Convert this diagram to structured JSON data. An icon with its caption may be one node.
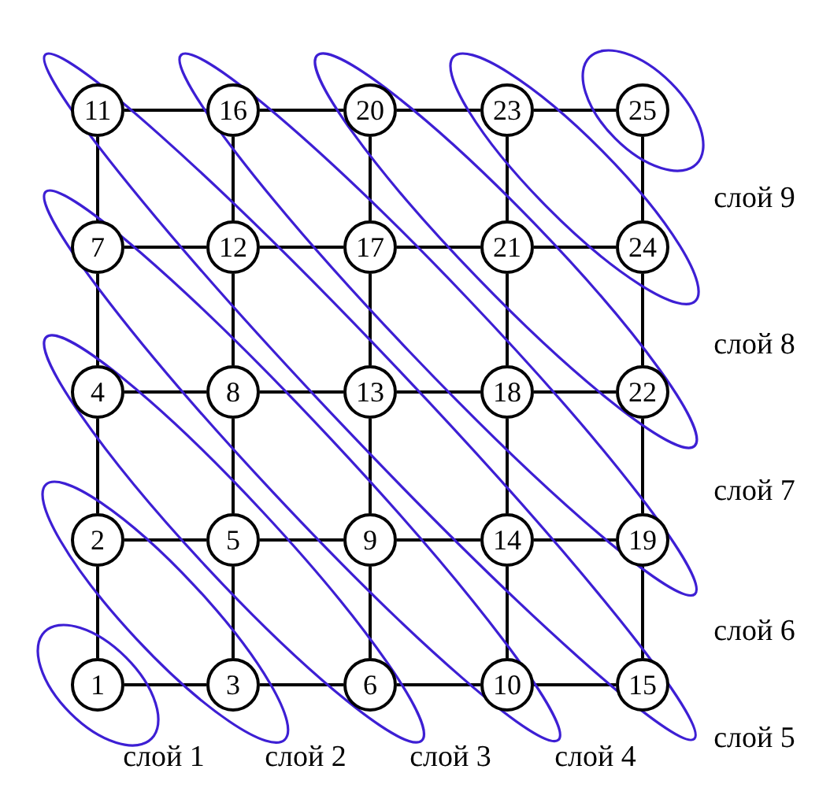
{
  "diagram": {
    "nodes": [
      {
        "text": [
          "слой 1"
        ]
      },
      {
        "text": [
          "1"
        ],
        "in": 0
      },
      {
        "text": [
          "слой 2"
        ]
      },
      {
        "text": [
          "2"
        ],
        "in": 2
      },
      {
        "text": [
          "3"
        ],
        "in": 2
      },
      {
        "text": [
          "слой 3"
        ]
      },
      {
        "text": [
          "4"
        ],
        "in": 5
      },
      {
        "text": [
          "5"
        ],
        "in": 5
      },
      {
        "text": [
          "6"
        ],
        "in": 5
      },
      {
        "text": [
          "слой 4"
        ]
      },
      {
        "text": [
          "7"
        ],
        "in": 9
      },
      {
        "text": [
          "8"
        ],
        "in": 9
      },
      {
        "text": [
          "9"
        ],
        "in": 9
      },
      {
        "text": [
          "10"
        ],
        "in": 9
      },
      {
        "text": [
          "слой 5"
        ]
      },
      {
        "text": [
          "11"
        ],
        "in": 14
      },
      {
        "text": [
          "12"
        ],
        "in": 14
      },
      {
        "text": [
          "13"
        ],
        "in": 14
      },
      {
        "text": [
          "14"
        ],
        "in": 14
      },
      {
        "text": [
          "15"
        ],
        "in": 14
      },
      {
        "text": [
          "слой 6"
        ]
      },
      {
        "text": [
          "16"
        ],
        "in": 20
      },
      {
        "text": [
          "17"
        ],
        "in": 20
      },
      {
        "text": [
          "18"
        ],
        "in": 20
      },
      {
        "text": [
          "19"
        ],
        "in": 20
      },
      {
        "text": [
          "слой 7"
        ]
      },
      {
        "text": [
          "20"
        ],
        "in": 25
      },
      {
        "text": [
          "21"
        ],
        "in": 25
      },
      {
        "text": [
          "22"
        ],
        "in": 25
      },
      {
        "text": [
          "слой 8"
        ]
      },
      {
        "text": [
          "23"
        ],
        "in": 29
      },
      {
        "text": [
          "24"
        ],
        "in": 29
      },
      {
        "text": [
          "слой 9"
        ]
      },
      {
        "text": [
          "25"
        ],
        "in": 32
      }
    ],
    "edges": [
      {
        "from": 15,
        "to": 21,
        "arrow": "none"
      },
      {
        "from": 21,
        "to": 26,
        "arrow": "none"
      },
      {
        "from": 26,
        "to": 30,
        "arrow": "none"
      },
      {
        "from": 30,
        "to": 33,
        "arrow": "none"
      },
      {
        "from": 10,
        "to": 16,
        "arrow": "none"
      },
      {
        "from": 16,
        "to": 22,
        "arrow": "none"
      },
      {
        "from": 22,
        "to": 27,
        "arrow": "none"
      },
      {
        "from": 27,
        "to": 31,
        "arrow": "none"
      },
      {
        "from": 6,
        "to": 11,
        "arrow": "none"
      },
      {
        "from": 11,
        "to": 17,
        "arrow": "none"
      },
      {
        "from": 17,
        "to": 23,
        "arrow": "none"
      },
      {
        "from": 23,
        "to": 28,
        "arrow": "none"
      },
      {
        "from": 3,
        "to": 7,
        "arrow": "none"
      },
      {
        "from": 7,
        "to": 12,
        "arrow": "none"
      },
      {
        "from": 12,
        "to": 18,
        "arrow": "none"
      },
      {
        "from": 18,
        "to": 24,
        "arrow": "none"
      },
      {
        "from": 1,
        "to": 4,
        "arrow": "none"
      },
      {
        "from": 4,
        "to": 8,
        "arrow": "none"
      },
      {
        "from": 8,
        "to": 13,
        "arrow": "none"
      },
      {
        "from": 13,
        "to": 19,
        "arrow": "none"
      },
      {
        "from": 15,
        "to": 10,
        "arrow": "none"
      },
      {
        "from": 10,
        "to": 6,
        "arrow": "none"
      },
      {
        "from": 6,
        "to": 3,
        "arrow": "none"
      },
      {
        "from": 3,
        "to": 1,
        "arrow": "none"
      },
      {
        "from": 21,
        "to": 16,
        "arrow": "none"
      },
      {
        "from": 16,
        "to": 11,
        "arrow": "none"
      },
      {
        "from": 11,
        "to": 7,
        "arrow": "none"
      },
      {
        "from": 7,
        "to": 4,
        "arrow": "none"
      },
      {
        "from": 26,
        "to": 22,
        "arrow": "none"
      },
      {
        "from": 22,
        "to": 17,
        "arrow": "none"
      },
      {
        "from": 17,
        "to": 12,
        "arrow": "none"
      },
      {
        "from": 12,
        "to": 8,
        "arrow": "none"
      },
      {
        "from": 30,
        "to": 27,
        "arrow": "none"
      },
      {
        "from": 27,
        "to": 23,
        "arrow": "none"
      },
      {
        "from": 23,
        "to": 18,
        "arrow": "none"
      },
      {
        "from": 18,
        "to": 13,
        "arrow": "none"
      },
      {
        "from": 33,
        "to": 31,
        "arrow": "none"
      },
      {
        "from": 31,
        "to": 28,
        "arrow": "none"
      },
      {
        "from": 28,
        "to": 24,
        "arrow": "none"
      },
      {
        "from": 24,
        "to": 19,
        "arrow": "none"
      }
    ]
  }
}
